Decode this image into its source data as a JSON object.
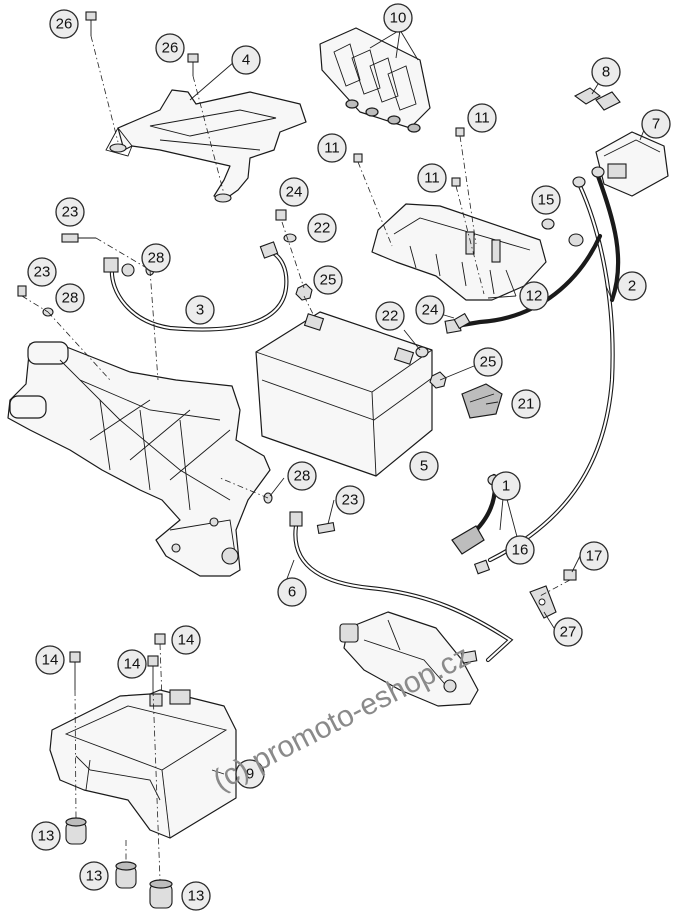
{
  "callouts": {
    "c1": "1",
    "c2": "2",
    "c3": "3",
    "c4": "4",
    "c5": "5",
    "c6": "6",
    "c7": "7",
    "c8": "8",
    "c9": "9",
    "c10": "10",
    "c11a": "11",
    "c11b": "11",
    "c11c": "11",
    "c12": "12",
    "c13a": "13",
    "c13b": "13",
    "c13c": "13",
    "c14a": "14",
    "c14b": "14",
    "c14c": "14",
    "c15": "15",
    "c16": "16",
    "c17": "17",
    "c21": "21",
    "c22a": "22",
    "c22b": "22",
    "c23a": "23",
    "c23b": "23",
    "c23c": "23",
    "c24a": "24",
    "c24b": "24",
    "c25a": "25",
    "c25b": "25",
    "c26a": "26",
    "c26b": "26",
    "c27": "27",
    "c28a": "28",
    "c28b": "28",
    "c28c": "28"
  },
  "watermark": "(c) promoto-eshop.cz"
}
